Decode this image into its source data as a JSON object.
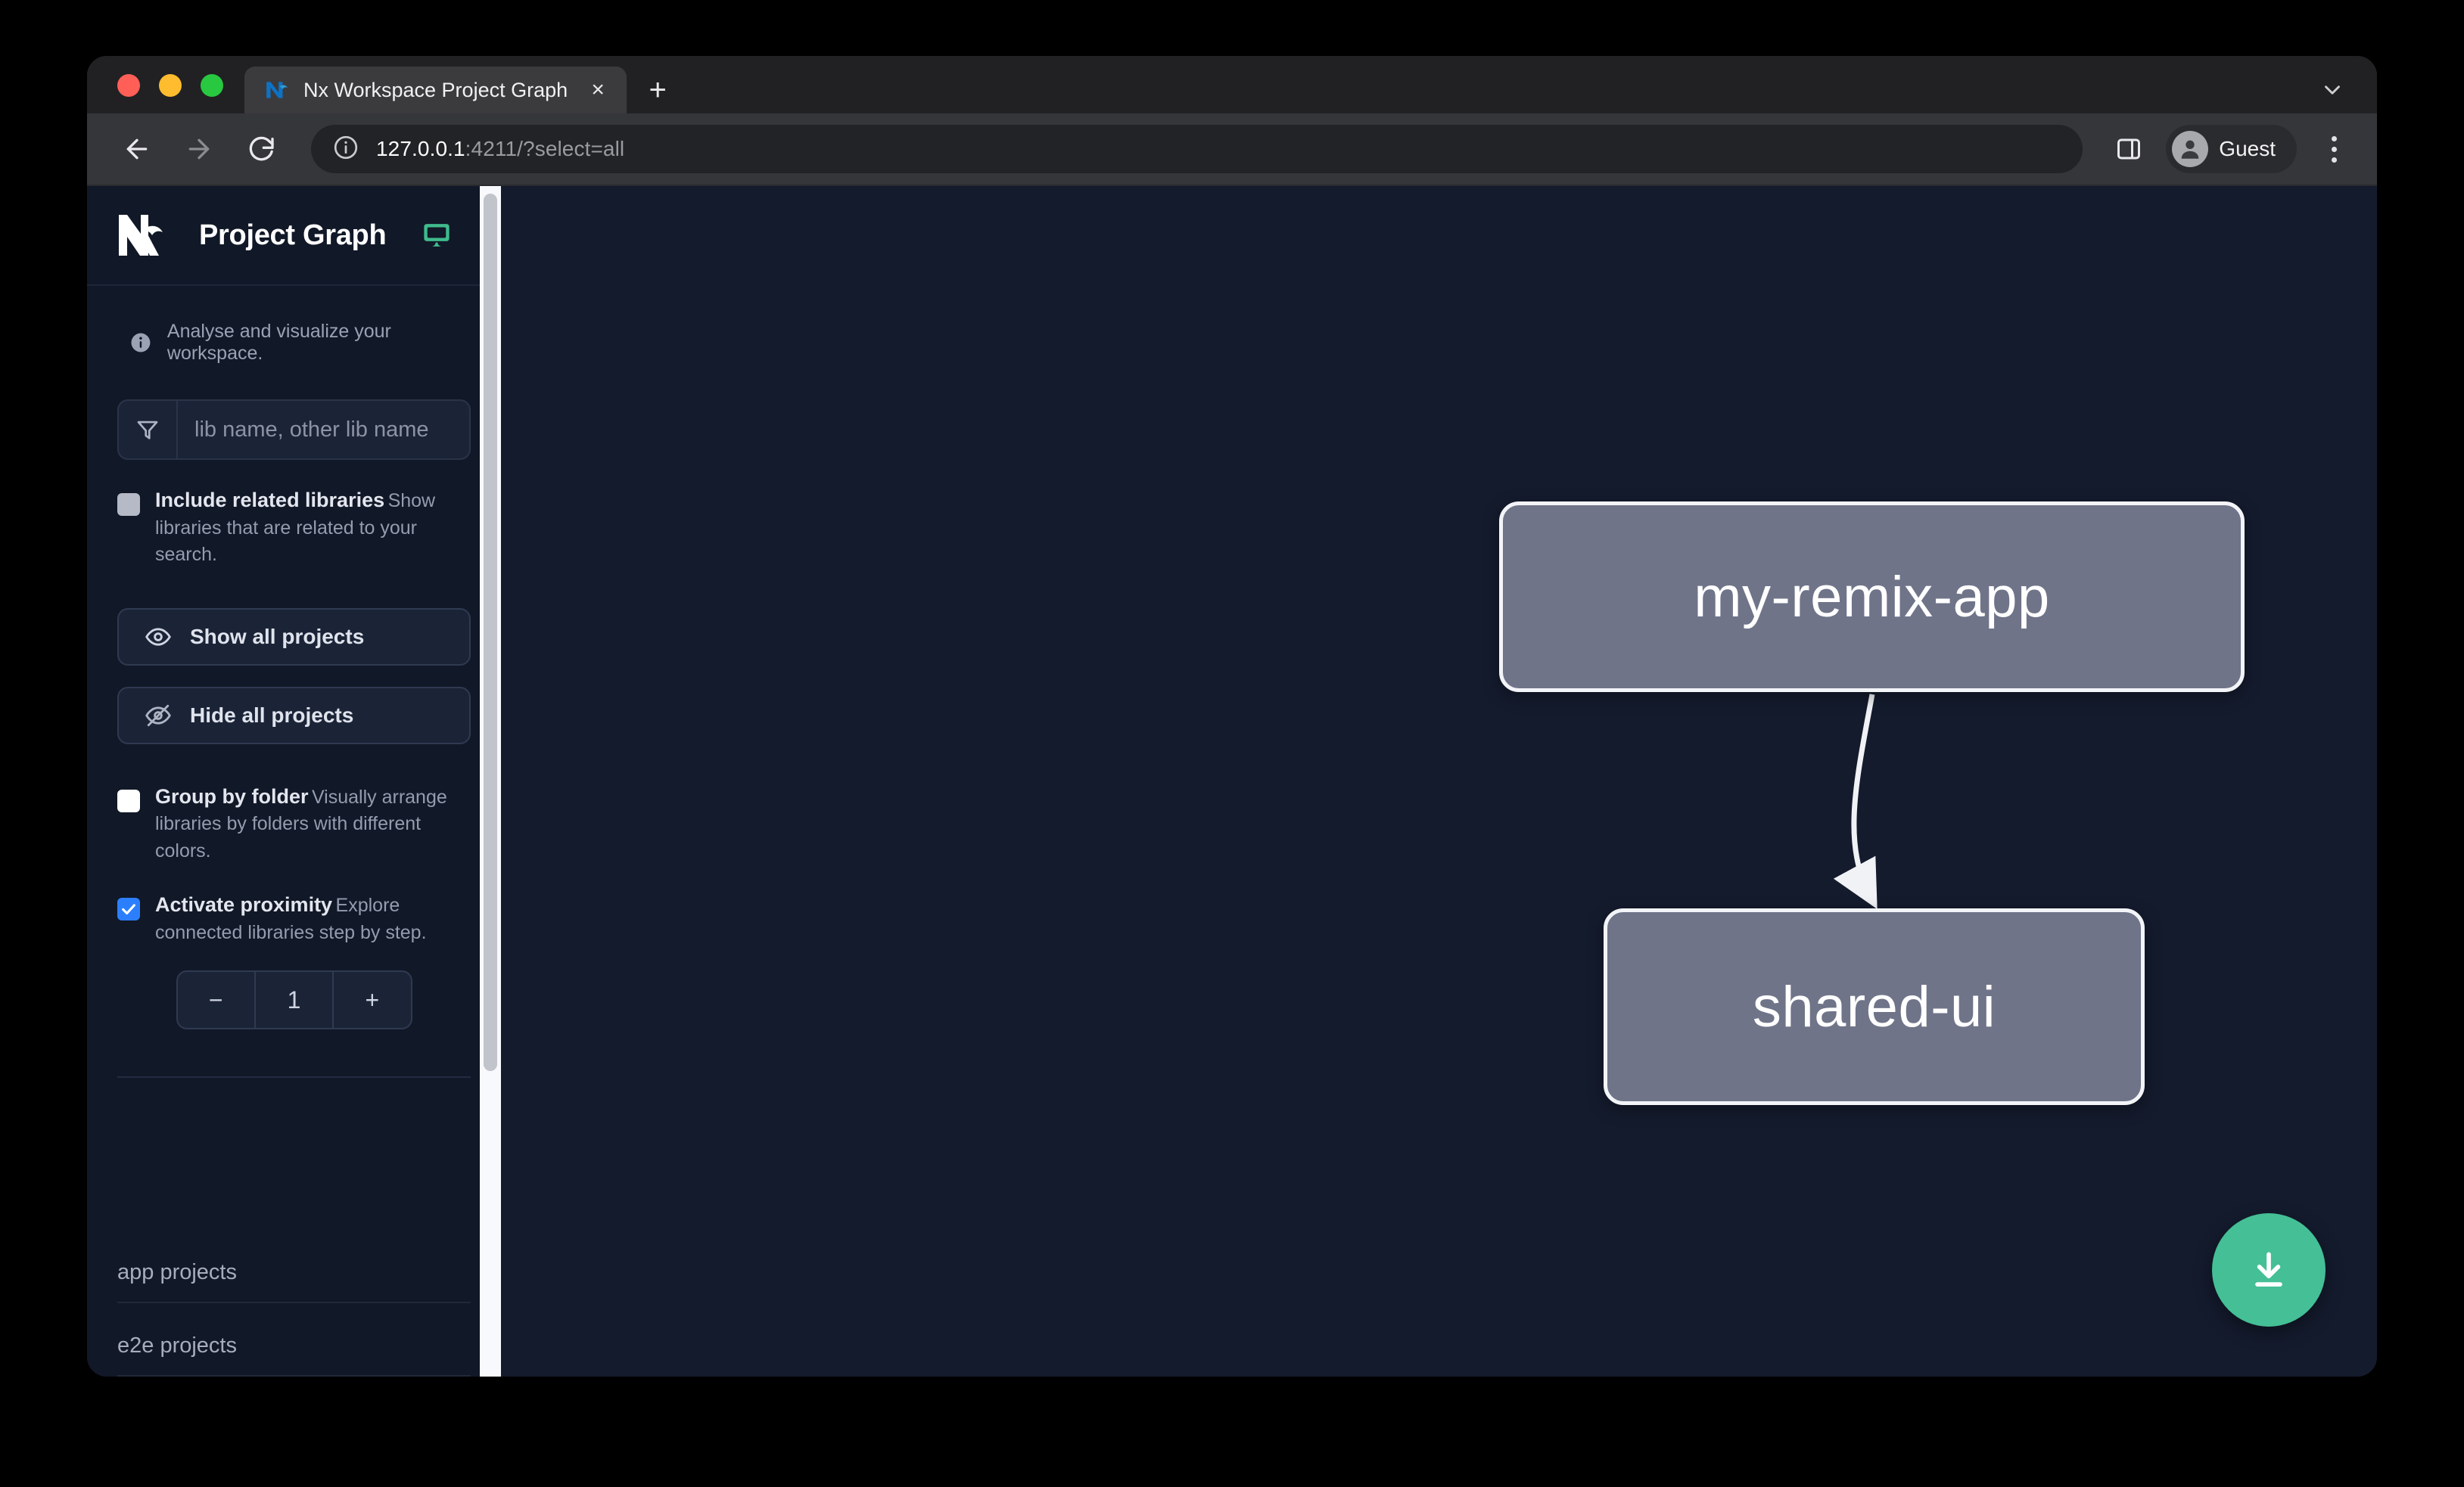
{
  "browser": {
    "tab": {
      "title": "Nx Workspace Project Graph",
      "favicon_name": "nx-favicon",
      "close_label": "×"
    },
    "new_tab_label": "+",
    "tabstrip_chevron_name": "chevron-down-icon",
    "toolbar": {
      "back_name": "back-arrow-icon",
      "forward_name": "forward-arrow-icon",
      "reload_name": "reload-icon",
      "url_host": "127.0.0.1",
      "url_rest": ":4211/?select=all",
      "info_name": "info-circle-icon",
      "sidepanel_name": "side-panel-icon",
      "profile_label": "Guest",
      "menu_name": "kebab-menu-icon"
    }
  },
  "sidebar": {
    "logo_name": "nx-logo",
    "title": "Project Graph",
    "monitor_icon_name": "monitor-icon",
    "tagline": "Analyse and visualize your workspace.",
    "filter": {
      "icon_name": "funnel-filter-icon",
      "placeholder": "lib name, other lib name",
      "value": ""
    },
    "options": [
      {
        "title": "Include related libraries",
        "desc": "Show libraries that are related to your search.",
        "checked": false,
        "box_style": "grey"
      },
      {
        "title": "Group by folder",
        "desc": "Visually arrange libraries by folders with different colors.",
        "checked": false,
        "box_style": "white"
      },
      {
        "title": "Activate proximity",
        "desc": "Explore connected libraries step by step.",
        "checked": true,
        "box_style": "blue"
      }
    ],
    "buttons": {
      "show_all": "Show all projects",
      "show_all_icon": "eye-icon",
      "hide_all": "Hide all projects",
      "hide_all_icon": "eye-off-icon"
    },
    "stepper": {
      "decrement": "−",
      "value": "1",
      "increment": "+"
    },
    "project_groups": [
      {
        "label": "app projects"
      },
      {
        "label": "e2e projects"
      }
    ]
  },
  "graph": {
    "nodes": [
      {
        "id": "my-remix-app",
        "label": "my-remix-app"
      },
      {
        "id": "shared-ui",
        "label": "shared-ui"
      }
    ],
    "edges": [
      {
        "from": "my-remix-app",
        "to": "shared-ui"
      }
    ],
    "download_button": {
      "icon_name": "download-icon",
      "color": "#44bf96"
    }
  },
  "colors": {
    "page_bg": "#0f1525",
    "sidebar_bg": "#111827",
    "graph_bg": "#141b2d",
    "node_fill": "#6f7489",
    "node_border": "#f3f4f8",
    "accent_green": "#44bf96",
    "checkbox_blue": "#2b7fff"
  }
}
